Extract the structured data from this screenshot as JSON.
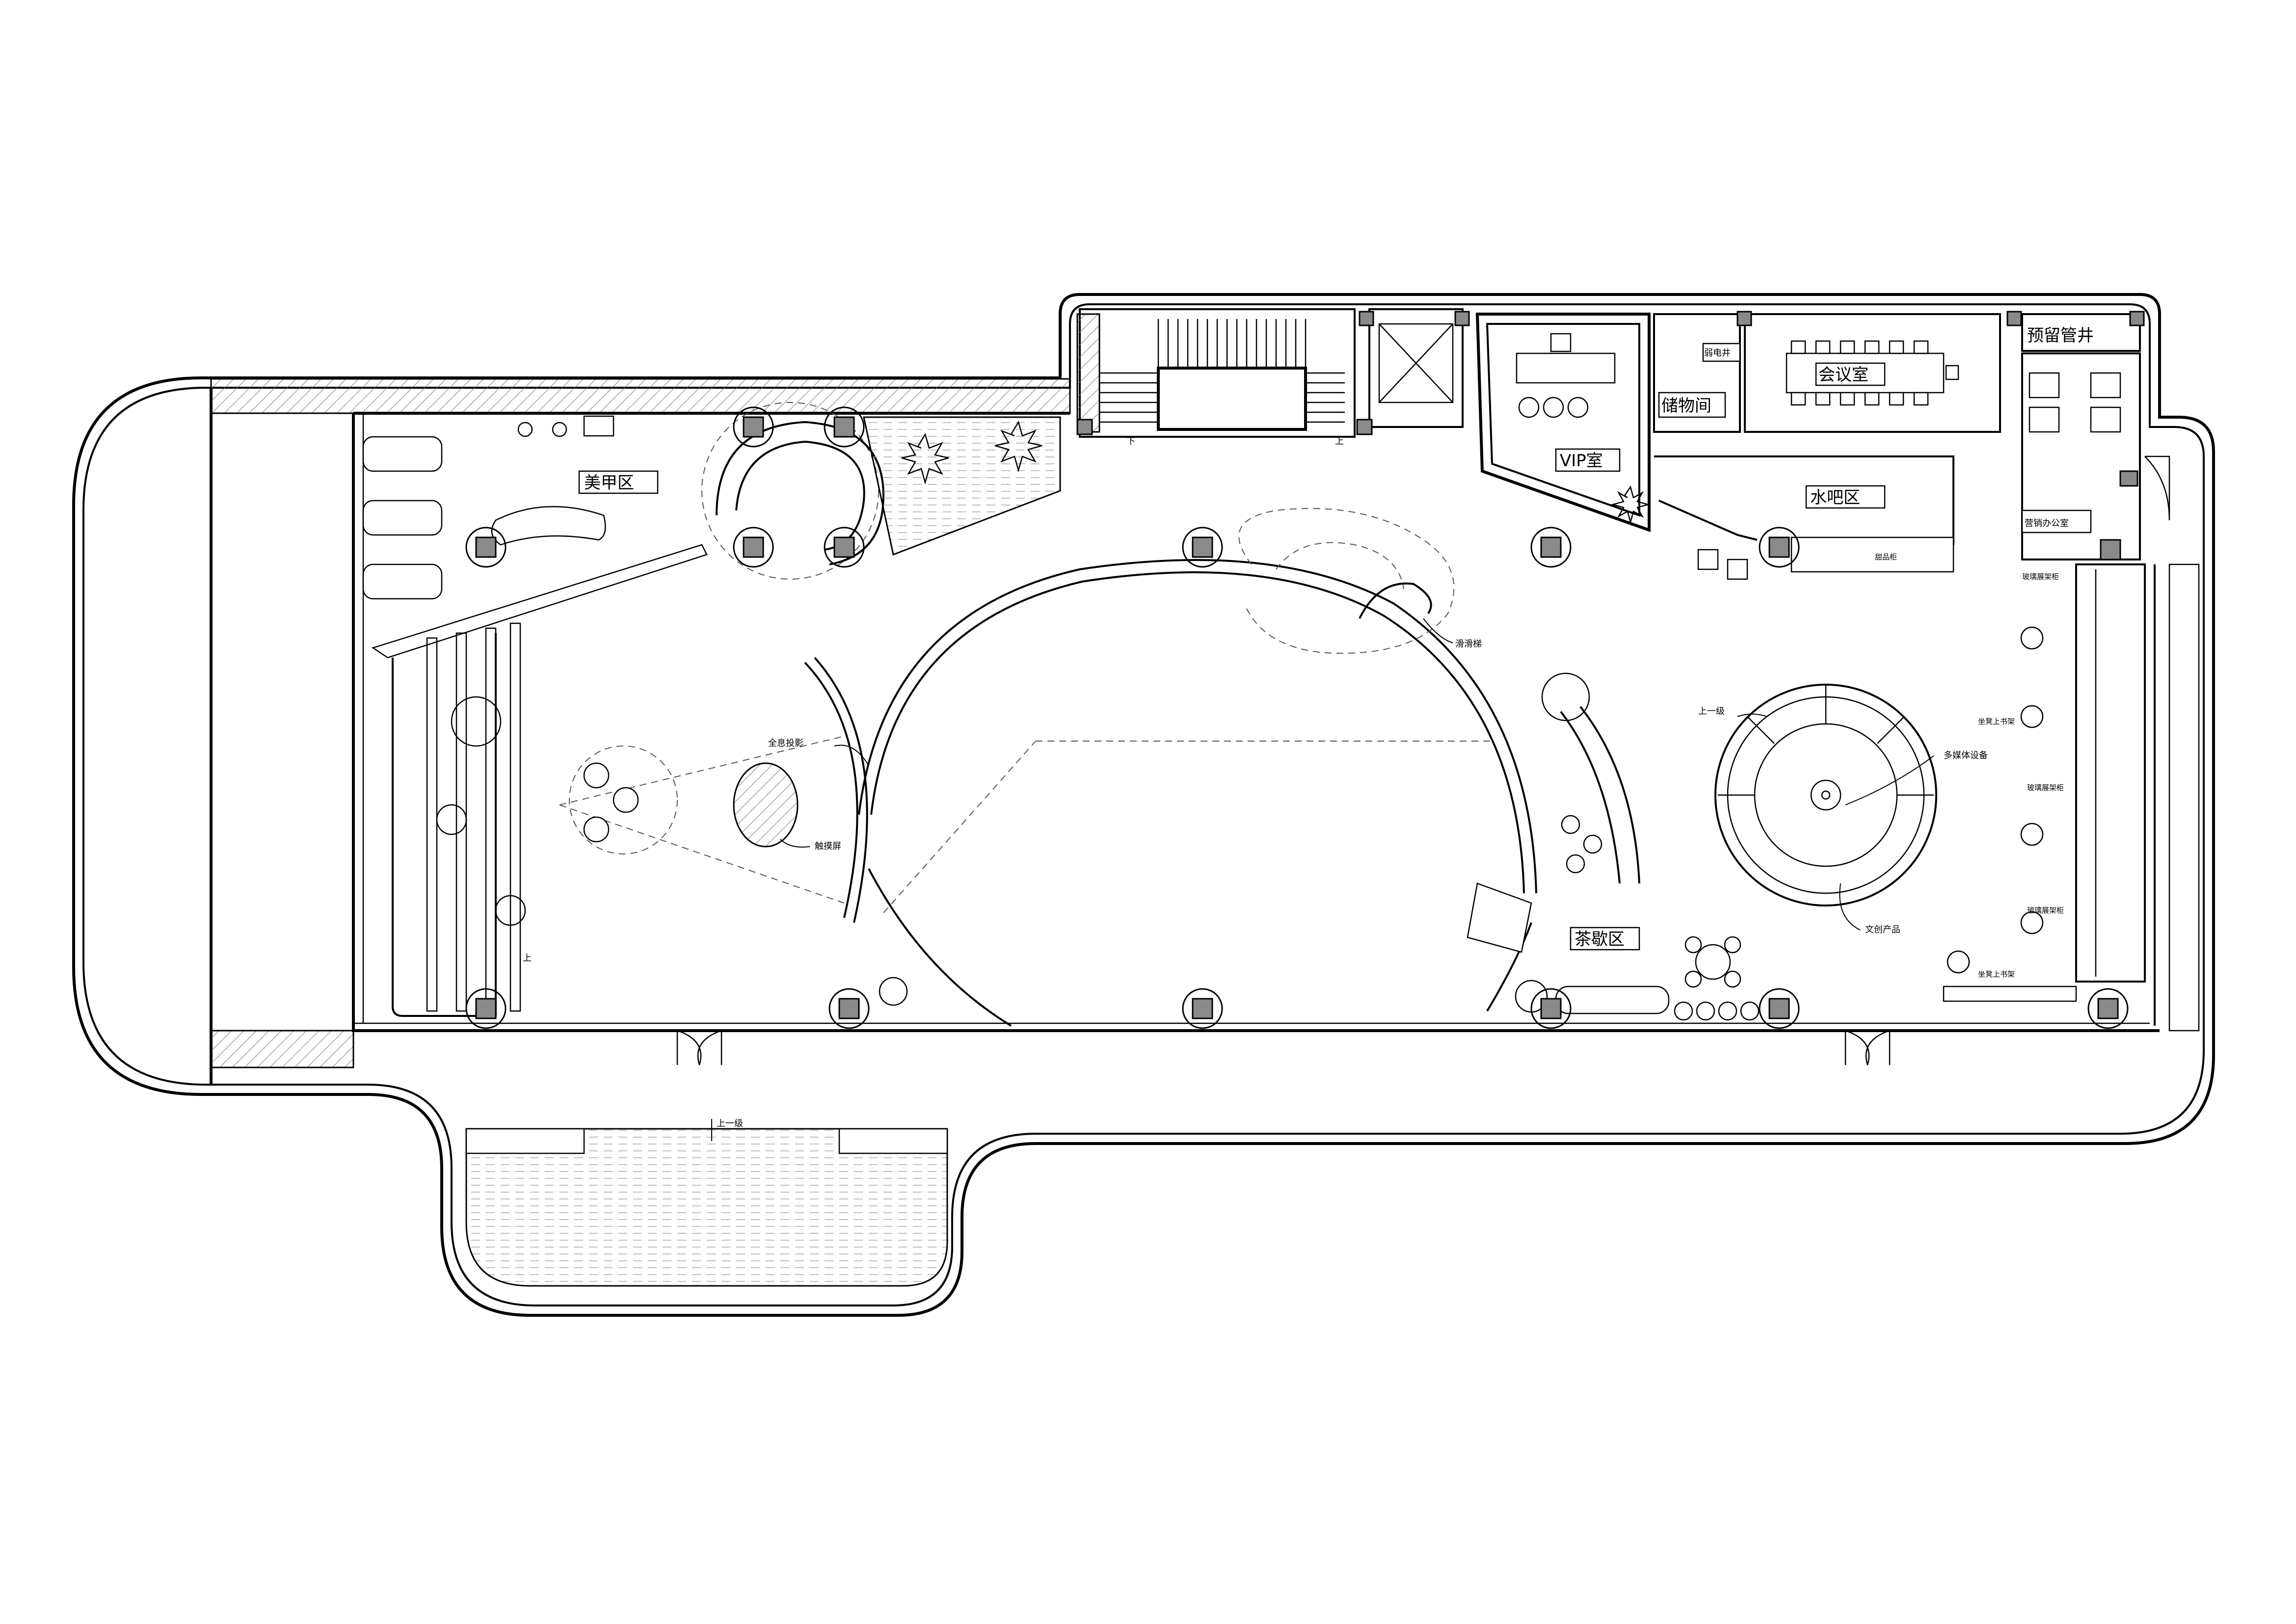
{
  "labels": {
    "nail_area": "美甲区",
    "vip_room": "VIP室",
    "storage": "储物间",
    "weak_current_shaft": "弱电井",
    "meeting_room": "会议室",
    "reserved_shaft": "预留管井",
    "water_bar": "水吧区",
    "sales_office": "营销办公室",
    "tea_area": "茶歇区",
    "dessert_cabinet": "甜品柜",
    "stairs_down": "下",
    "stairs_up": "上",
    "up_one_step_top": "上一级",
    "up_one_step_bottom": "上一级",
    "ramp_up": "上",
    "hologram": "全息投影",
    "touch_screen": "触摸屏",
    "slide": "滑滑梯",
    "multimedia": "多媒体设备",
    "cultural_products": "文创产品",
    "glass_shelf_1": "玻璃展架柜",
    "glass_shelf_2": "玻璃展架柜",
    "glass_shelf_3": "玻璃展架柜",
    "bookcase_1": "坐凳上书架",
    "bookcase_2": "坐凳上书架"
  },
  "colors": {
    "line": "#000000",
    "column_fill": "#8a8a8a",
    "background": "#ffffff"
  }
}
